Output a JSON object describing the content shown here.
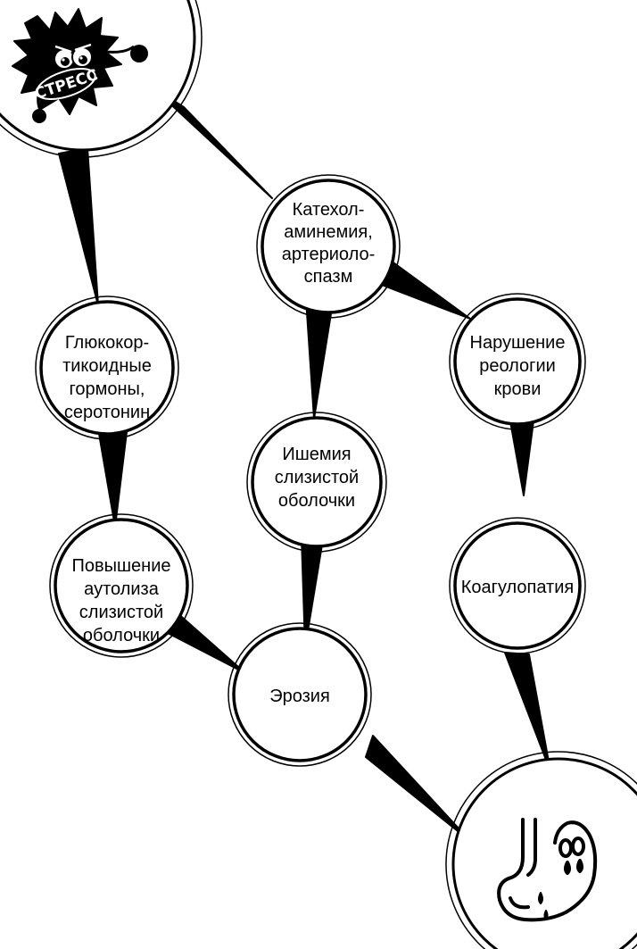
{
  "stress_badge": "СТРЕСС",
  "nodes": {
    "catecholaminemia": [
      "Катехол-",
      "аминемия,",
      "артериоло-",
      "спазм"
    ],
    "glucocorticoids": [
      "Глюкокор-",
      "тикоидные",
      "гормоны,",
      "серотонин"
    ],
    "rheology": [
      "Нарушение",
      "реологии",
      "крови"
    ],
    "ischemia": [
      "Ишемия",
      "слизистой",
      "оболочки"
    ],
    "autolysis": [
      "Повышение",
      "аутолиза",
      "слизистой",
      "оболочки"
    ],
    "coagulopathy": [
      "Коагулопатия"
    ],
    "erosion": [
      "Эрозия"
    ]
  },
  "colors": {
    "ink": "#000000",
    "paper": "#ffffff"
  },
  "icons": {
    "source": "stress-monster-icon",
    "target": "sad-stomach-icon"
  }
}
